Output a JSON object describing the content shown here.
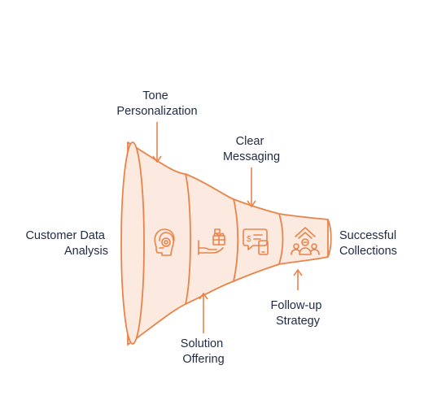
{
  "colors": {
    "stroke": "#e8844a",
    "fill": "#fce9df",
    "text": "#1f2a44"
  },
  "labels": {
    "tone": [
      "Tone",
      "Personalization"
    ],
    "clear": [
      "Clear",
      "Messaging"
    ],
    "customer": [
      "Customer Data",
      "Analysis"
    ],
    "successful": [
      "Successful",
      "Collections"
    ],
    "followup": [
      "Follow-up",
      "Strategy"
    ],
    "solution": [
      "Solution",
      "Offering"
    ]
  },
  "icons": [
    "headset-icon",
    "gift-hand-icon",
    "chat-message-icon",
    "team-growth-icon"
  ]
}
